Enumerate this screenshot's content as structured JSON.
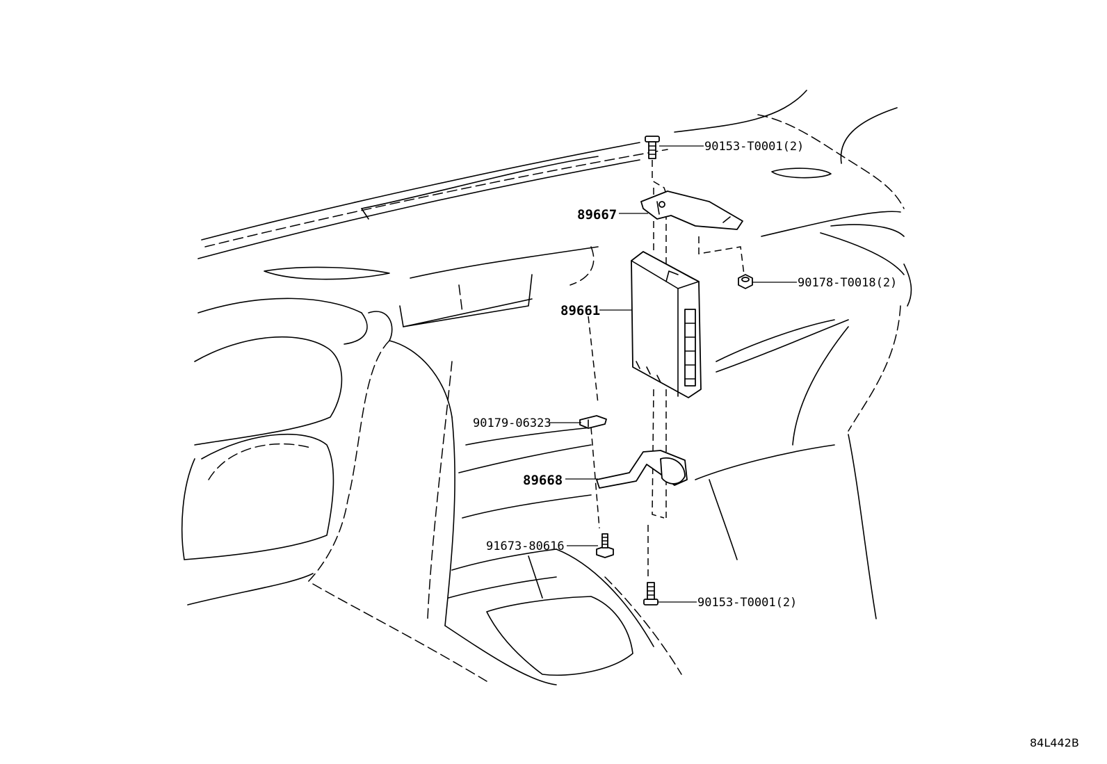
{
  "callouts": {
    "bolt_top": "90153-T0001(2)",
    "bracket_upper": "89667",
    "nut": "90178-T0018(2)",
    "ecu": "89661",
    "clip": "90179-06323",
    "bracket_lower": "89668",
    "bolt_side": "91673-80616",
    "bolt_bottom": "90153-T0001(2)"
  },
  "figure_code": "84L442B",
  "icons": [
    "bolt-icon",
    "nut-icon",
    "ecu-module-icon",
    "bracket-icon",
    "clip-icon"
  ]
}
